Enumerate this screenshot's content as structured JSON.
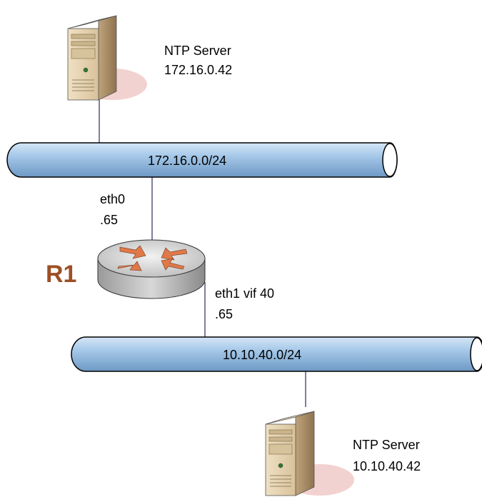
{
  "colors": {
    "pipe_fill": "#9ec3e6",
    "pipe_stroke": "#000000",
    "router_label": "#9c4f25",
    "router_arrow": "#e07848",
    "link": "#3a3a6a"
  },
  "server_top": {
    "icon": "server-tower-icon",
    "name": "NTP Server",
    "ip": "172.16.0.42"
  },
  "network_top": {
    "label": "172.16.0.0/24"
  },
  "router": {
    "icon": "router-icon",
    "name": "R1",
    "if_top": {
      "name": "eth0",
      "addr": ".65"
    },
    "if_bottom": {
      "name": "eth1 vif 40",
      "addr": ".65"
    }
  },
  "network_bottom": {
    "label": "10.10.40.0/24"
  },
  "server_bottom": {
    "icon": "server-tower-icon",
    "name": "NTP Server",
    "ip": "10.10.40.42"
  }
}
